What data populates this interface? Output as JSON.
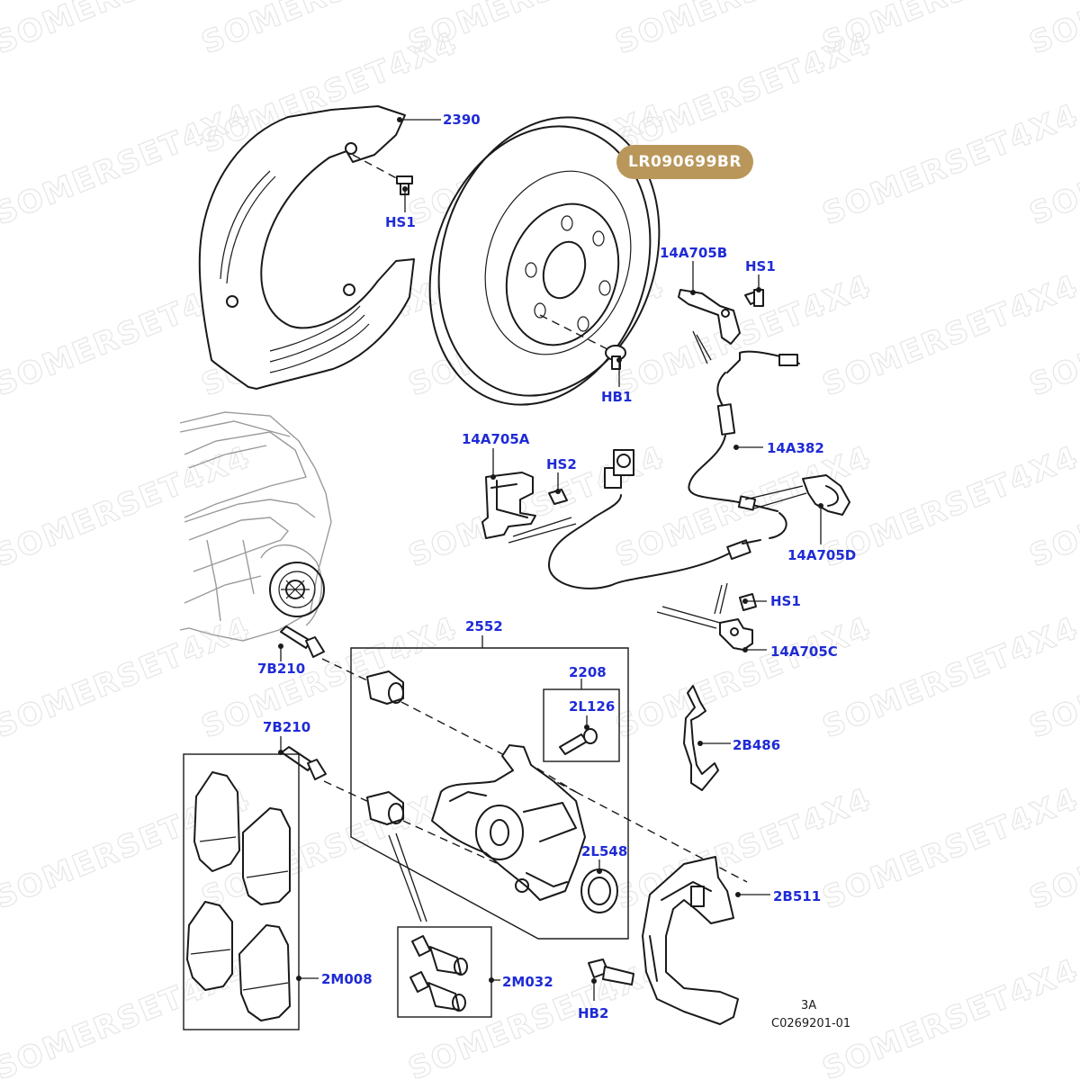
{
  "watermark": "SOMERSET4X4",
  "badge": "LR090699BR",
  "callouts": {
    "shield": "2390",
    "shield_screw": "HS1",
    "disc_screw": "HB1",
    "bracket_b": "14A705B",
    "bracket_b_screw": "HS1",
    "bracket_a": "14A705A",
    "bracket_a_screw": "HS2",
    "sensor": "14A382",
    "bracket_d": "14A705D",
    "bracket_c_screw": "HS1",
    "bracket_c": "14A705C",
    "caliper": "2552",
    "bolt_upper": "7B210",
    "bolt_lower": "7B210",
    "bleed_kit": "2208",
    "bleed_screw": "2L126",
    "piston_seal": "2L548",
    "spring_clip": "2B486",
    "carrier": "2B511",
    "pads": "2M008",
    "guide_kit": "2M032",
    "carrier_bolt": "HB2"
  },
  "footer": {
    "sheet": "3A",
    "code": "C0269201-01"
  }
}
